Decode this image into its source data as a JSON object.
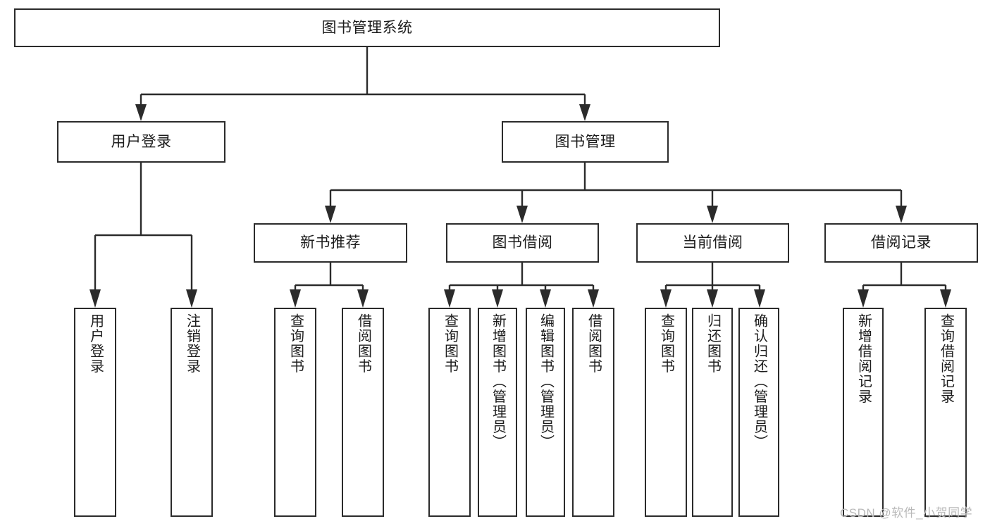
{
  "diagram": {
    "title": "图书管理系统",
    "type": "tree-hierarchy-chart",
    "colors": {
      "stroke": "#2b2b2b",
      "fill": "#ffffff",
      "text": "#1c1c1c",
      "watermark": "#b9b9b9"
    }
  },
  "nodes": {
    "root": {
      "label": "图书管理系统"
    },
    "level1": [
      {
        "label": "用户登录"
      },
      {
        "label": "图书管理"
      }
    ],
    "level2": [
      {
        "label": "新书推荐"
      },
      {
        "label": "图书借阅"
      },
      {
        "label": "当前借阅"
      },
      {
        "label": "借阅记录"
      }
    ],
    "leaves": {
      "user_login": [
        {
          "label": "用户登录"
        },
        {
          "label": "注销登录"
        }
      ],
      "new_book_recommend": [
        {
          "label": "查询图书"
        },
        {
          "label": "借阅图书"
        }
      ],
      "book_borrow": [
        {
          "label": "查询图书"
        },
        {
          "label": "新增图书（管理员）"
        },
        {
          "label": "编辑图书（管理员）"
        },
        {
          "label": "借阅图书"
        }
      ],
      "current_borrow": [
        {
          "label": "查询图书"
        },
        {
          "label": "归还图书"
        },
        {
          "label": "确认归还（管理员）"
        }
      ],
      "borrow_record": [
        {
          "label": "新增借阅记录"
        },
        {
          "label": "查询借阅记录"
        }
      ]
    }
  },
  "watermark": {
    "text": "CSDN @软件_小贺同学"
  }
}
